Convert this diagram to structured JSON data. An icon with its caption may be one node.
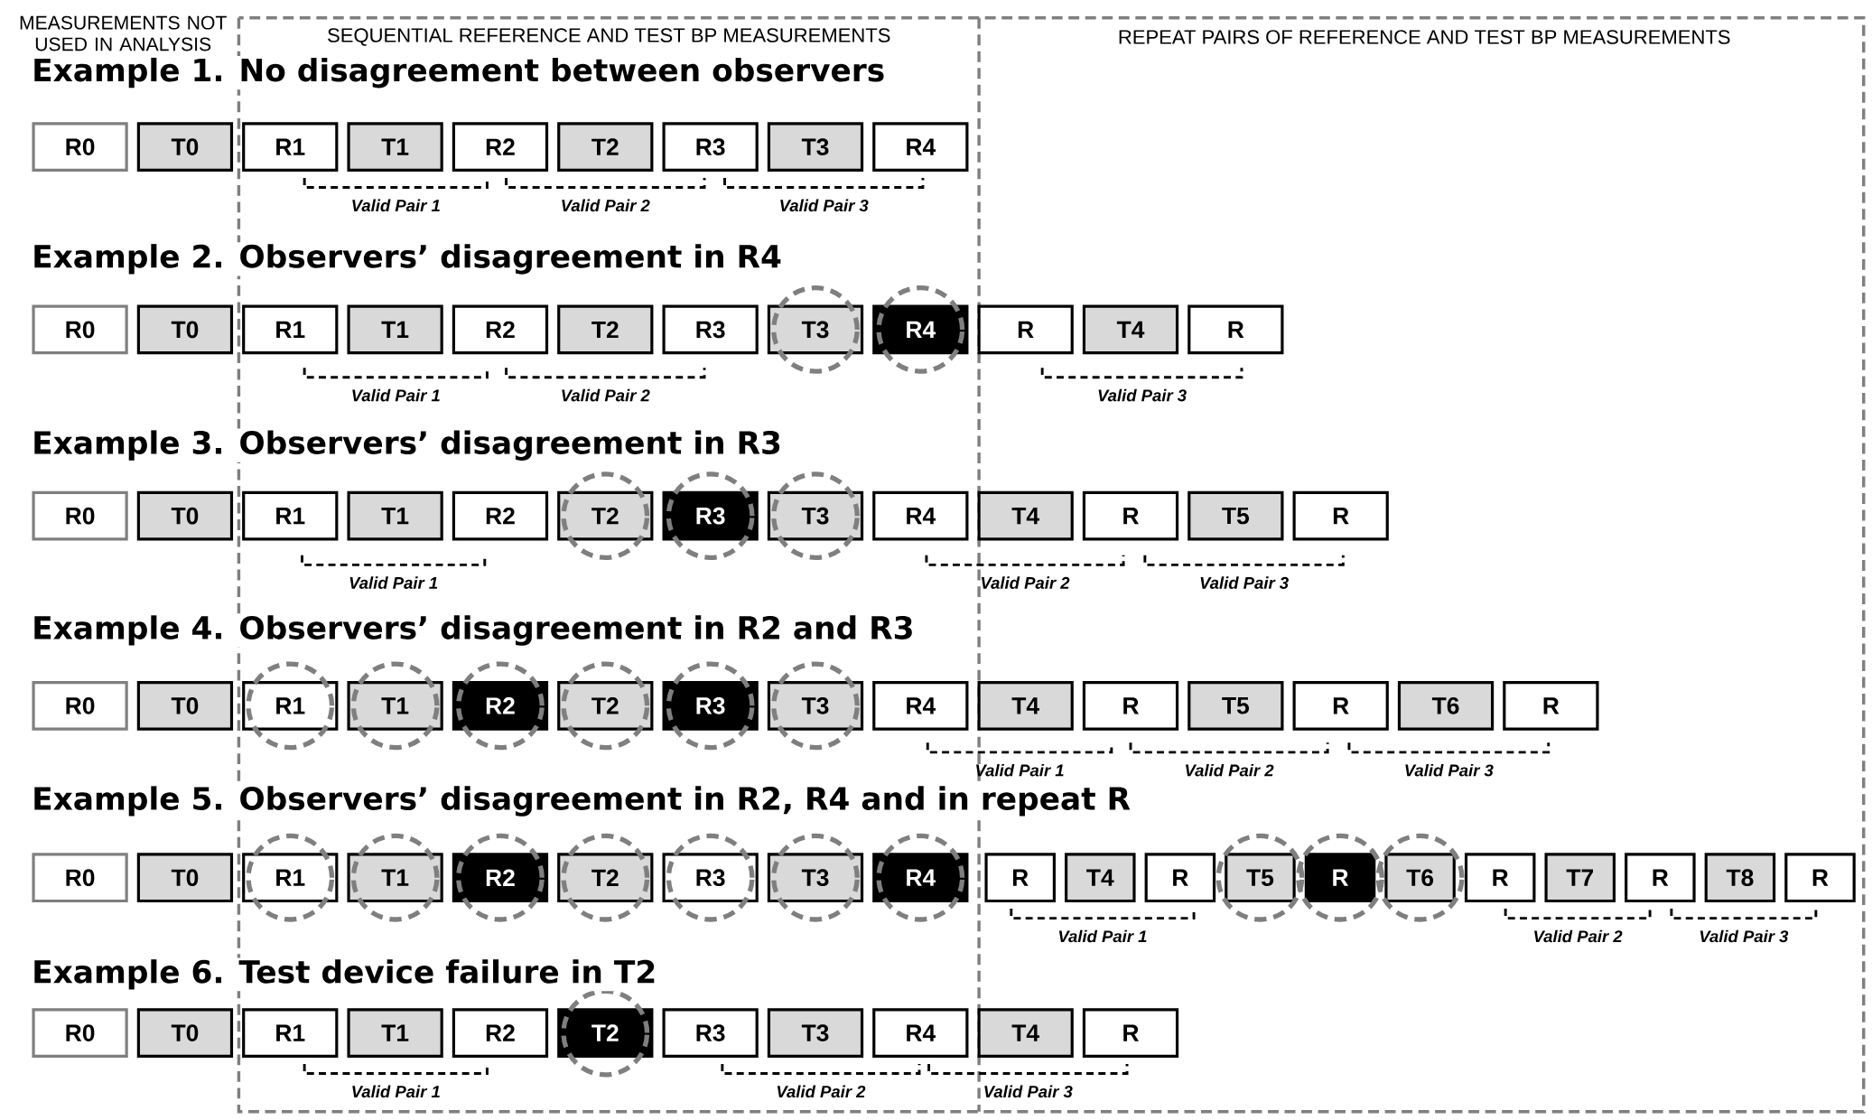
{
  "diagram": {
    "nodes": [
      {
        "text": [
          "R0"
        ]
      },
      {
        "text": [
          "T0"
        ]
      },
      {
        "text": [
          "R1"
        ]
      },
      {
        "text": [
          "T1"
        ]
      },
      {
        "text": [
          "R2"
        ]
      },
      {
        "text": [
          "T2"
        ]
      },
      {
        "text": [
          "R3"
        ]
      },
      {
        "text": [
          "T3"
        ]
      },
      {
        "text": [
          "R4"
        ]
      },
      {
        "text": [
          "R0"
        ]
      },
      {
        "text": [
          "T0"
        ]
      },
      {
        "text": [
          "R1"
        ]
      },
      {
        "text": [
          "T1"
        ]
      },
      {
        "text": [
          "R2"
        ]
      },
      {
        "text": [
          "T2"
        ]
      },
      {
        "text": [
          "R3"
        ]
      },
      {
        "text": [
          "T3"
        ]
      },
      {
        "text": [
          "R4"
        ]
      },
      {
        "text": [
          "R"
        ]
      },
      {
        "text": [
          "T4"
        ]
      },
      {
        "text": [
          "R"
        ]
      },
      {
        "text": [
          "R0"
        ]
      },
      {
        "text": [
          "T0"
        ]
      },
      {
        "text": [
          "R1"
        ]
      },
      {
        "text": [
          "T1"
        ]
      },
      {
        "text": [
          "R2"
        ]
      },
      {
        "text": [
          "T2"
        ]
      },
      {
        "text": [
          "R3"
        ]
      },
      {
        "text": [
          "T3"
        ]
      },
      {
        "text": [
          "R4"
        ]
      },
      {
        "text": [
          "T4"
        ]
      },
      {
        "text": [
          "R"
        ]
      },
      {
        "text": [
          "T5"
        ]
      },
      {
        "text": [
          "R"
        ]
      },
      {
        "text": [
          "R0"
        ]
      },
      {
        "text": [
          "T0"
        ]
      },
      {
        "text": [
          "R1"
        ]
      },
      {
        "text": [
          "T1"
        ]
      },
      {
        "text": [
          "R2"
        ]
      },
      {
        "text": [
          "T2"
        ]
      },
      {
        "text": [
          "R3"
        ]
      },
      {
        "text": [
          "T3"
        ]
      },
      {
        "text": [
          "R4"
        ]
      },
      {
        "text": [
          "T4"
        ]
      },
      {
        "text": [
          "R"
        ]
      },
      {
        "text": [
          "T5"
        ]
      },
      {
        "text": [
          "R"
        ]
      },
      {
        "text": [
          "T6"
        ]
      },
      {
        "text": [
          "R"
        ]
      },
      {
        "text": [
          "R0"
        ]
      },
      {
        "text": [
          "T0"
        ]
      },
      {
        "text": [
          "R1"
        ]
      },
      {
        "text": [
          "T1"
        ]
      },
      {
        "text": [
          "R2"
        ]
      },
      {
        "text": [
          "T2"
        ]
      },
      {
        "text": [
          "R3"
        ]
      },
      {
        "text": [
          "T3"
        ]
      },
      {
        "text": [
          "R4"
        ]
      },
      {
        "text": [
          "R"
        ]
      },
      {
        "text": [
          "T4"
        ]
      },
      {
        "text": [
          "R"
        ]
      },
      {
        "text": [
          "T5"
        ]
      },
      {
        "text": [
          "R"
        ]
      },
      {
        "text": [
          "T6"
        ]
      },
      {
        "text": [
          "R"
        ]
      },
      {
        "text": [
          "T7"
        ]
      },
      {
        "text": [
          "R"
        ]
      },
      {
        "text": [
          "T8"
        ]
      },
      {
        "text": [
          "R"
        ]
      },
      {
        "text": [
          "R0"
        ]
      },
      {
        "text": [
          "T0"
        ]
      },
      {
        "text": [
          "R1"
        ]
      },
      {
        "text": [
          "T1"
        ]
      },
      {
        "text": [
          "R2"
        ]
      },
      {
        "text": [
          "T2"
        ]
      },
      {
        "text": [
          "R3"
        ]
      },
      {
        "text": [
          "T3"
        ]
      },
      {
        "text": [
          "R4"
        ]
      },
      {
        "text": [
          "T4"
        ]
      },
      {
        "text": [
          "R"
        ]
      }
    ],
    "labels": [
      "MEASUREMENTS NOT USED IN ANALYSIS",
      "SEQUENTIAL REFERENCE AND TEST BP MEASUREMENTS",
      "REPEAT PAIRS OF REFERENCE AND TEST BP MEASUREMENTS",
      "Example 1. No disagreement between observers",
      "Valid Pair 1",
      "Valid Pair 2",
      "Valid Pair 3",
      "Example 2. Observers’ disagreement in R4",
      "Valid Pair 1",
      "Valid Pair 2",
      "Valid Pair 3",
      "Example 3. Observers’ disagreement in R3",
      "Valid Pair 1",
      "Valid Pair 2",
      "Valid Pair 3",
      "Example 4. Observers’ disagreement in R2 and R3",
      "Valid Pair 1",
      "Valid Pair 2",
      "Valid Pair 3",
      "Example 5. Observers’ disagreement in R2, R4 and in repeat R",
      "Valid Pair 1",
      "Valid Pair 2",
      "Valid Pair 3",
      "Example 6. Test device failure in T2",
      "Valid Pair 1",
      "Valid Pair 2",
      "Valid Pair 3"
    ]
  }
}
